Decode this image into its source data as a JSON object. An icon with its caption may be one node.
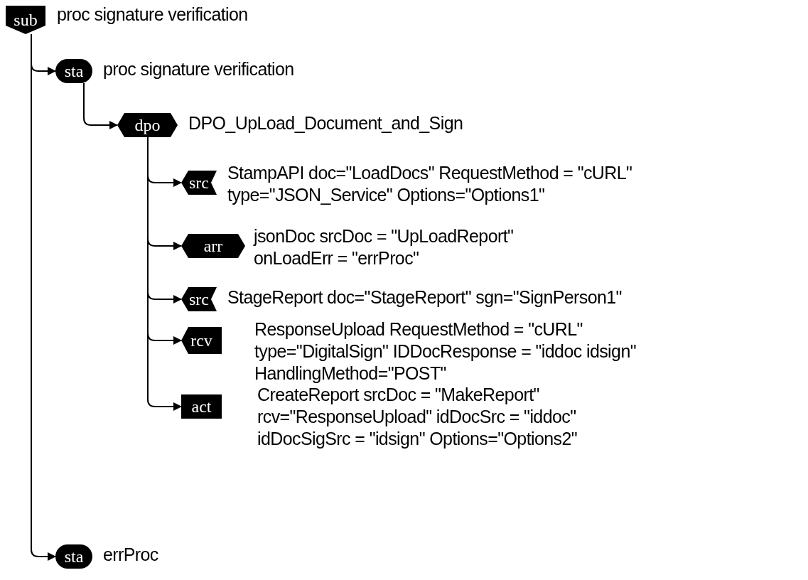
{
  "diagram": {
    "nodes": [
      {
        "text": [
          "sub"
        ],
        "beside": [
          "proc signature verification"
        ]
      },
      {
        "text": [
          "sta"
        ],
        "beside": [
          "proc signature verification"
        ]
      },
      {
        "text": [
          "dpo"
        ],
        "beside": [
          "DPO_UpLoad_Document_and_Sign"
        ]
      },
      {
        "text": [
          "src"
        ],
        "beside": [
          "StampAPI doc=\"LoadDocs\"  RequestMethod = \"cURL\" type=\"JSON_Service\" Options=\"Options1\""
        ]
      },
      {
        "text": [
          "arr"
        ],
        "beside": [
          "jsonDoc srcDoc = \"UpLoadReport\" onLoadErr = \"errProc\""
        ]
      },
      {
        "text": [
          "src"
        ],
        "beside": [
          "StageReport doc=\"StageReport\" sgn=\"SignPerson1\""
        ]
      },
      {
        "text": [
          "rcv"
        ],
        "beside": [
          "ResponseUpload  RequestMethod = \"cURL\" type=\"DigitalSign\" IDDocResponse = \"iddoc idsign\" HandlingMethod=\"POST\""
        ]
      },
      {
        "text": [
          "act"
        ],
        "beside": [
          "CreateReport srcDoc = \"MakeReport\" rcv=\"ResponseUpload\" idDocSrc = \"iddoc\" idDocSigSrc = \"idsign\" Options=\"Options2\""
        ]
      },
      {
        "text": [
          "sta"
        ],
        "beside": [
          "errProc"
        ]
      }
    ],
    "edges": [
      {
        "from": 0,
        "to": 1,
        "arrow": "to"
      },
      {
        "from": 1,
        "to": 2,
        "arrow": "to"
      },
      {
        "from": 2,
        "to": 3,
        "arrow": "to"
      },
      {
        "from": 2,
        "to": 4,
        "arrow": "to"
      },
      {
        "from": 2,
        "to": 5,
        "arrow": "to"
      },
      {
        "from": 2,
        "to": 6,
        "arrow": "to"
      },
      {
        "from": 2,
        "to": 7,
        "arrow": "to"
      },
      {
        "from": 0,
        "to": 8,
        "arrow": "to"
      }
    ]
  }
}
